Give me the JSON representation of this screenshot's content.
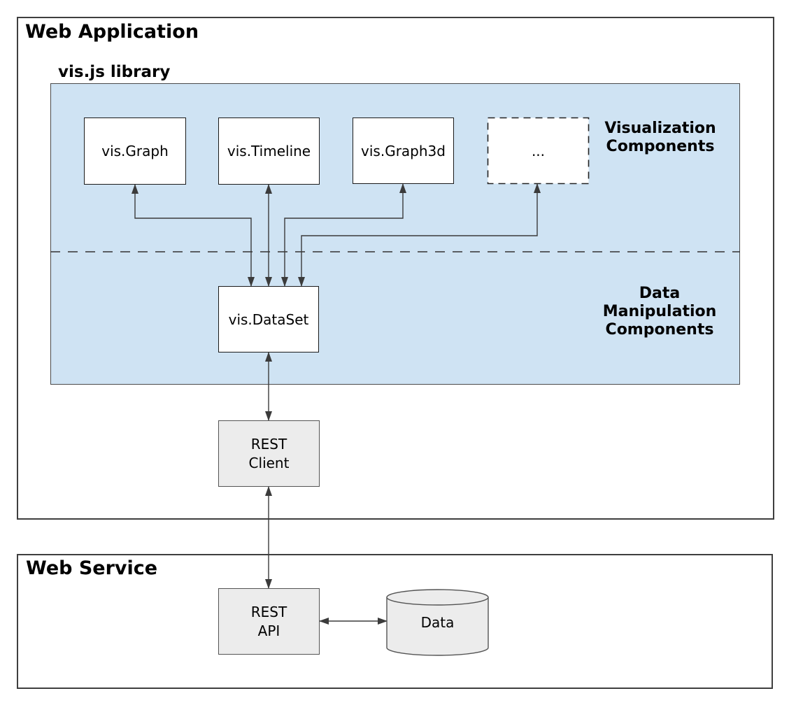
{
  "colors": {
    "panel_blue": "#cfe3f3",
    "gray_box_fill": "#ececec",
    "line_color": "#3b3b3b",
    "border_dark": "#3f3f3f"
  },
  "diagram": {
    "web_application": {
      "title": "Web Application",
      "library": {
        "title": "vis.js library",
        "components": [
          {
            "label": "vis.Graph"
          },
          {
            "label": "vis.Timeline"
          },
          {
            "label": "vis.Graph3d"
          },
          {
            "label": "..."
          }
        ],
        "visualization_label": "Visualization\nComponents",
        "data_manipulation_label": "Data\nManipulation\nComponents",
        "dataset_label": "vis.DataSet"
      },
      "rest_client_label": "REST\nClient"
    },
    "web_service": {
      "title": "Web Service",
      "rest_api_label": "REST\nAPI",
      "data_store_label": "Data"
    }
  }
}
